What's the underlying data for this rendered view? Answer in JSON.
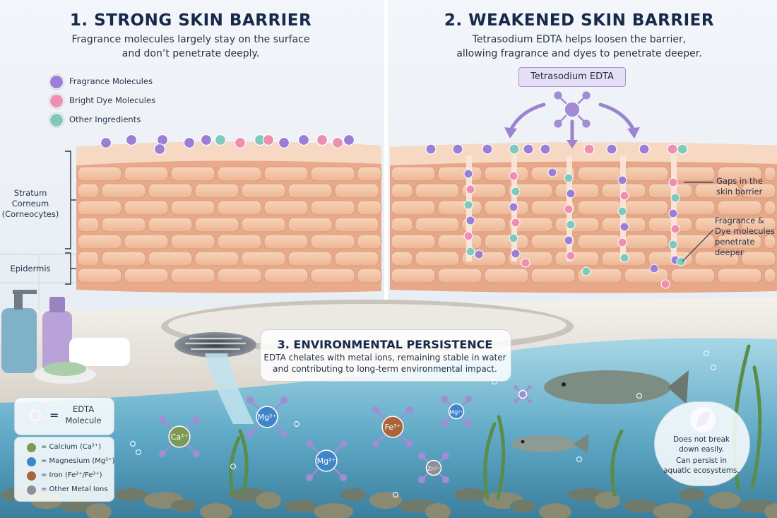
{
  "panel1": {
    "title": "1. STRONG SKIN BARRIER",
    "subtitle_line1": "Fragrance molecules largely stay on the surface",
    "subtitle_line2": "and don’t penetrate deeply."
  },
  "legend_top": {
    "items": [
      {
        "label": "Fragrance Molecules",
        "color": "#9b7fd6"
      },
      {
        "label": "Bright Dye Molecules",
        "color": "#ee8fb2"
      },
      {
        "label": "Other Ingredients",
        "color": "#7fcabc"
      }
    ]
  },
  "layer_labels": {
    "stratum_line1": "Stratum",
    "stratum_line2": "Corneum",
    "stratum_line3": "(Corneocytes)",
    "epidermis": "Epidermis"
  },
  "panel2": {
    "title": "2. WEAKENED SKIN BARRIER",
    "subtitle_line1": "Tetrasodium EDTA helps loosen the barrier,",
    "subtitle_line2": "allowing fragrance and dyes to penetrate deeper.",
    "edta_label": "Tetrasodium EDTA",
    "gaps_line1": "Gaps in the",
    "gaps_line2": "skin barrier",
    "pen_line1": "Fragrance &",
    "pen_line2": "Dye molecules",
    "pen_line3": "penetrate",
    "pen_line4": "deeper"
  },
  "panel3": {
    "title": "3. ENVIRONMENTAL PERSISTENCE",
    "subtitle_line1": "EDTA chelates with metal ions, remaining stable in water",
    "subtitle_line2": "and contributing to long-term environmental impact."
  },
  "ions": [
    {
      "label": "Ca²⁺",
      "color": "#7d9a55"
    },
    {
      "label": "Mg²⁺",
      "color": "#3f86c9"
    },
    {
      "label": "Fe³⁺",
      "color": "#a9663c"
    },
    {
      "label": "Mg²⁺",
      "color": "#3f86c9"
    },
    {
      "label": "Mg²⁺",
      "color": "#3f86c9"
    },
    {
      "label": "Zn²⁺",
      "color": "#8e8e98"
    }
  ],
  "legend_bottom": {
    "eq": "=",
    "edta_line1": "EDTA",
    "edta_line2": "Molecule",
    "items": [
      {
        "label": "= Calcium (Ca²⁺)",
        "color": "#7d9a55"
      },
      {
        "label": "= Magnesium (Mg²⁺)",
        "color": "#3f86c9"
      },
      {
        "label": "= Iron (Fe²⁺/Fe³⁺)",
        "color": "#a9663c"
      },
      {
        "label": "= Other Metal Ions",
        "color": "#8e8e98"
      }
    ]
  },
  "persistence_note": {
    "line1": "Does not break",
    "line2": "down easily.",
    "line3": "Can persist in",
    "line4": "aquatic ecosystems."
  },
  "colors": {
    "skin": "#f2c4a6",
    "skin_edge": "#d99a7d",
    "water": "#8cc3d8",
    "edta": "#a28cd4"
  }
}
